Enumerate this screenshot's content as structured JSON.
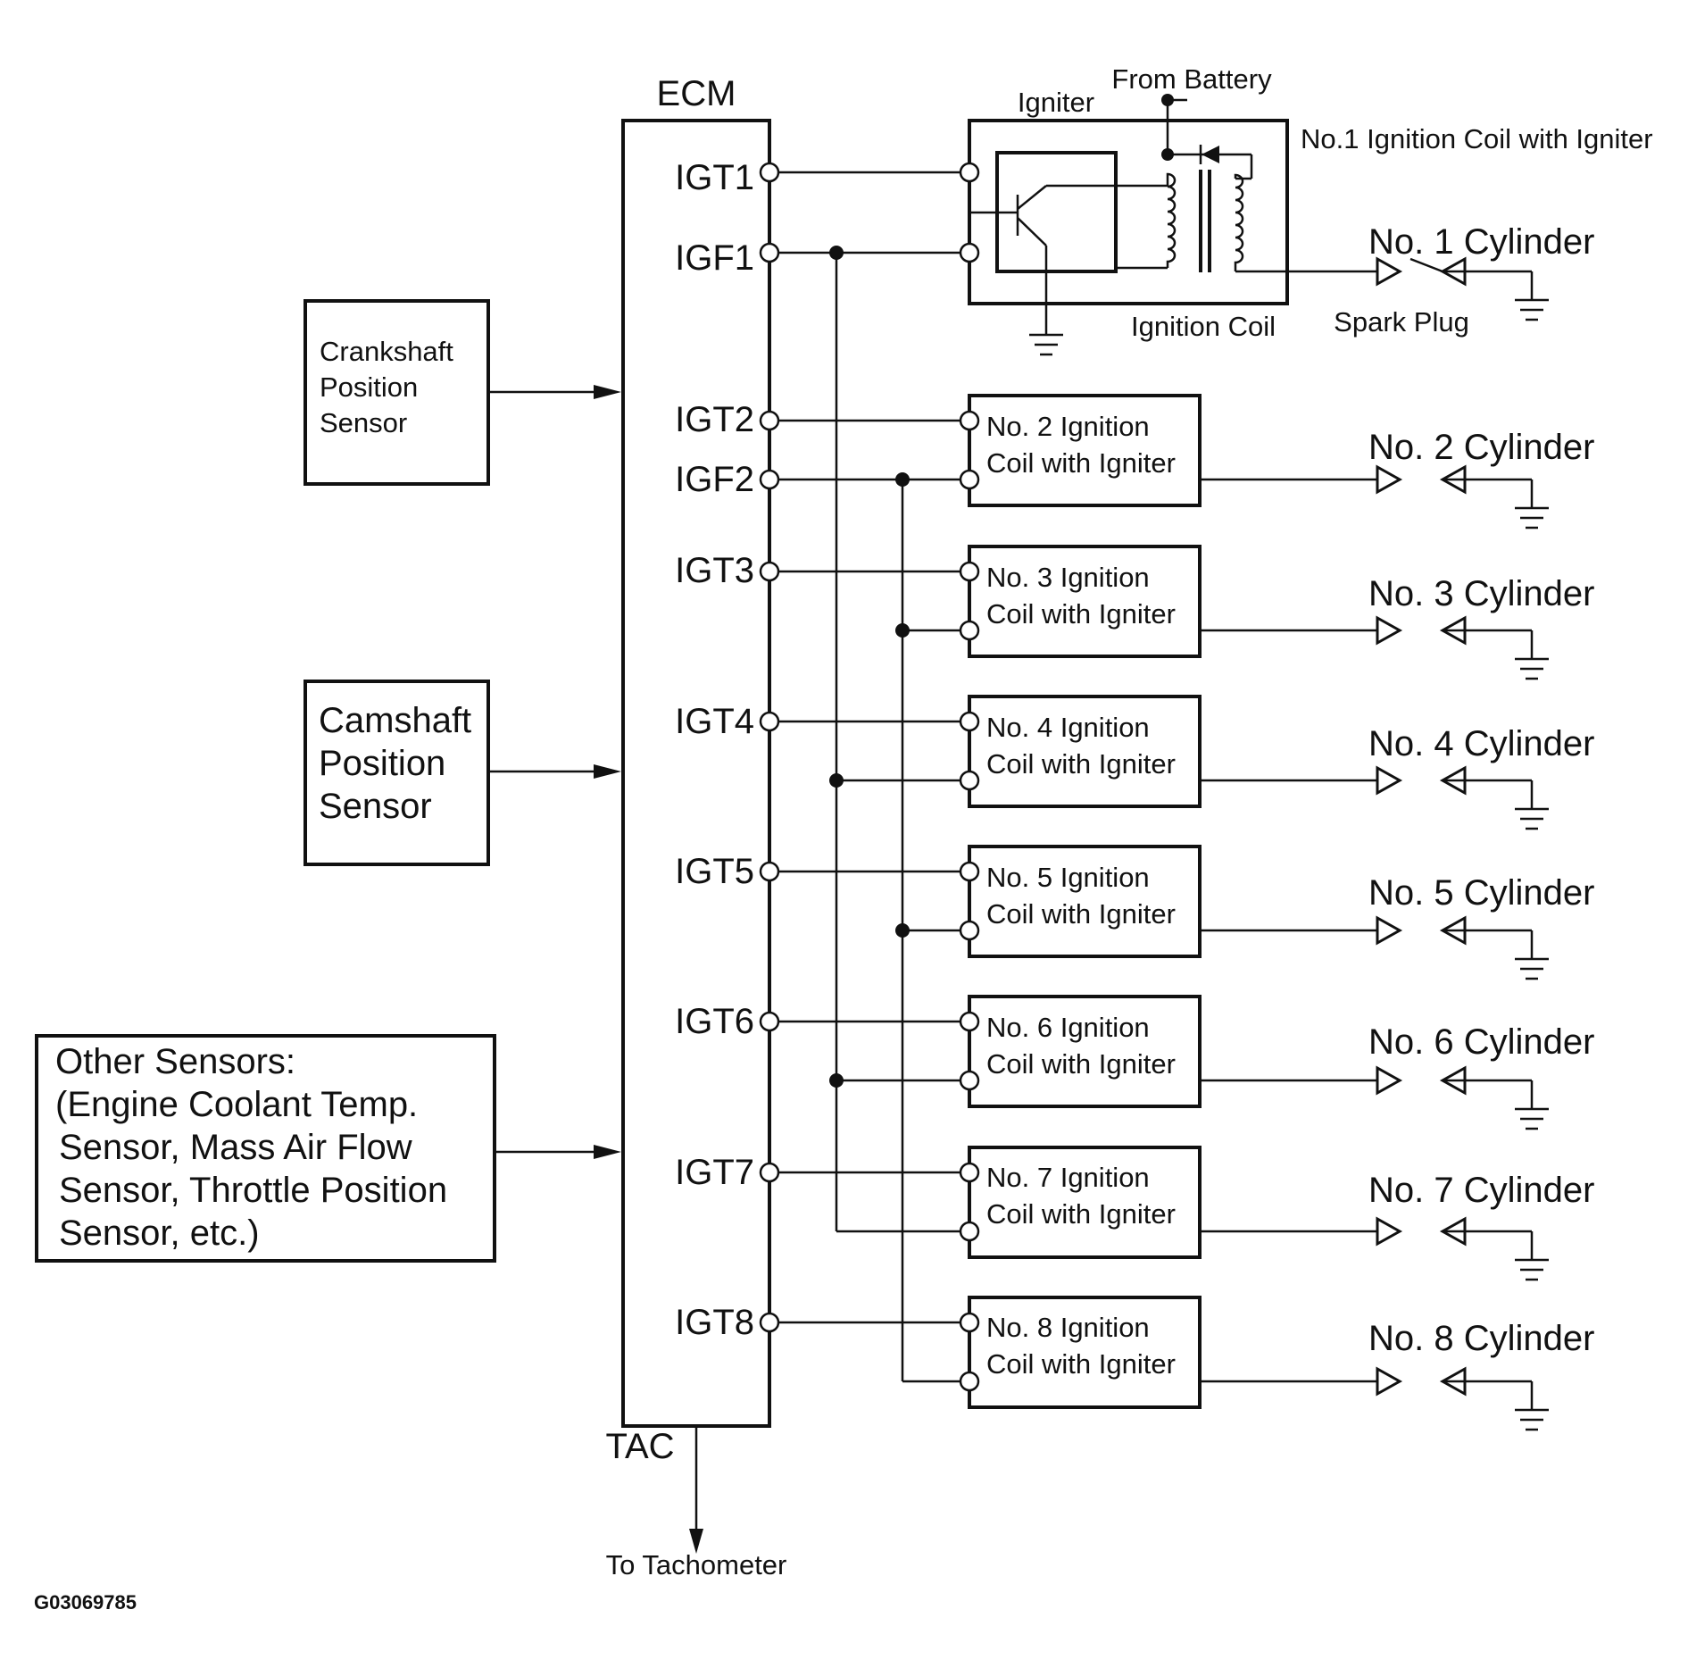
{
  "ecm": {
    "title": "ECM",
    "pins": [
      "IGT1",
      "IGF1",
      "IGT2",
      "IGF2",
      "IGT3",
      "IGT4",
      "IGT5",
      "IGT6",
      "IGT7",
      "IGT8"
    ],
    "tac_label": "TAC",
    "tach_label": "To Tachometer"
  },
  "sensors": {
    "crankshaft": [
      "Crankshaft",
      "Position",
      "Sensor"
    ],
    "camshaft": [
      "Camshaft",
      "Position",
      "Sensor"
    ],
    "other": [
      "Other Sensors:",
      "(Engine Coolant Temp.",
      "Sensor, Mass Air Flow",
      "Sensor, Throttle Position",
      "Sensor, etc.)"
    ]
  },
  "coil1": {
    "title": "No.1 Ignition Coil with Igniter",
    "igniter_label": "Igniter",
    "battery_label": "From Battery",
    "coil_label": "Ignition Coil",
    "spark_plug_label": "Spark Plug"
  },
  "coils": [
    {
      "line1": "No. 2 Ignition",
      "line2": "Coil with Igniter"
    },
    {
      "line1": "No. 3 Ignition",
      "line2": "Coil with Igniter"
    },
    {
      "line1": "No. 4 Ignition",
      "line2": "Coil with Igniter"
    },
    {
      "line1": "No. 5 Ignition",
      "line2": "Coil with Igniter"
    },
    {
      "line1": "No. 6 Ignition",
      "line2": "Coil with Igniter"
    },
    {
      "line1": "No. 7 Ignition",
      "line2": "Coil with Igniter"
    },
    {
      "line1": "No. 8 Ignition",
      "line2": "Coil with Igniter"
    }
  ],
  "cylinders": [
    "No. 1 Cylinder",
    "No. 2 Cylinder",
    "No. 3 Cylinder",
    "No. 4 Cylinder",
    "No. 5 Cylinder",
    "No. 6 Cylinder",
    "No. 7 Cylinder",
    "No. 8 Cylinder"
  ],
  "figure_id": "G03069785"
}
